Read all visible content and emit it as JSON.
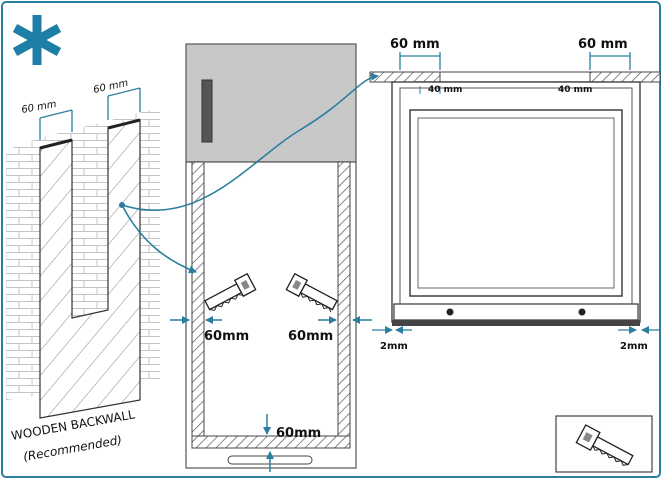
{
  "colors": {
    "frame": "#2a7fa0",
    "arrow": "#2a7fa0",
    "star": "#1f7ea8",
    "brick_line": "#bfbfbf",
    "door_fill": "#c8c8c8",
    "hatch": "#444444",
    "ink": "#1a1a1a"
  },
  "icons": {
    "star": "asterisk-icon",
    "saw": "handsaw-icon"
  },
  "wall_panel": {
    "top_left_dim": "60 mm",
    "top_right_dim": "60 mm",
    "caption_line1": "WOODEN BACKWALL",
    "caption_line2": "(Recommended)"
  },
  "cabinet_panel": {
    "left_dim": "60mm",
    "right_dim": "60mm",
    "bottom_dim": "60mm"
  },
  "appliance_panel": {
    "top_left_dim": "60 mm",
    "top_right_dim": "60 mm",
    "inner_left_dim": "40 mm",
    "inner_right_dim": "40 mm",
    "bottom_left_gap": "2mm",
    "bottom_right_gap": "2mm"
  }
}
